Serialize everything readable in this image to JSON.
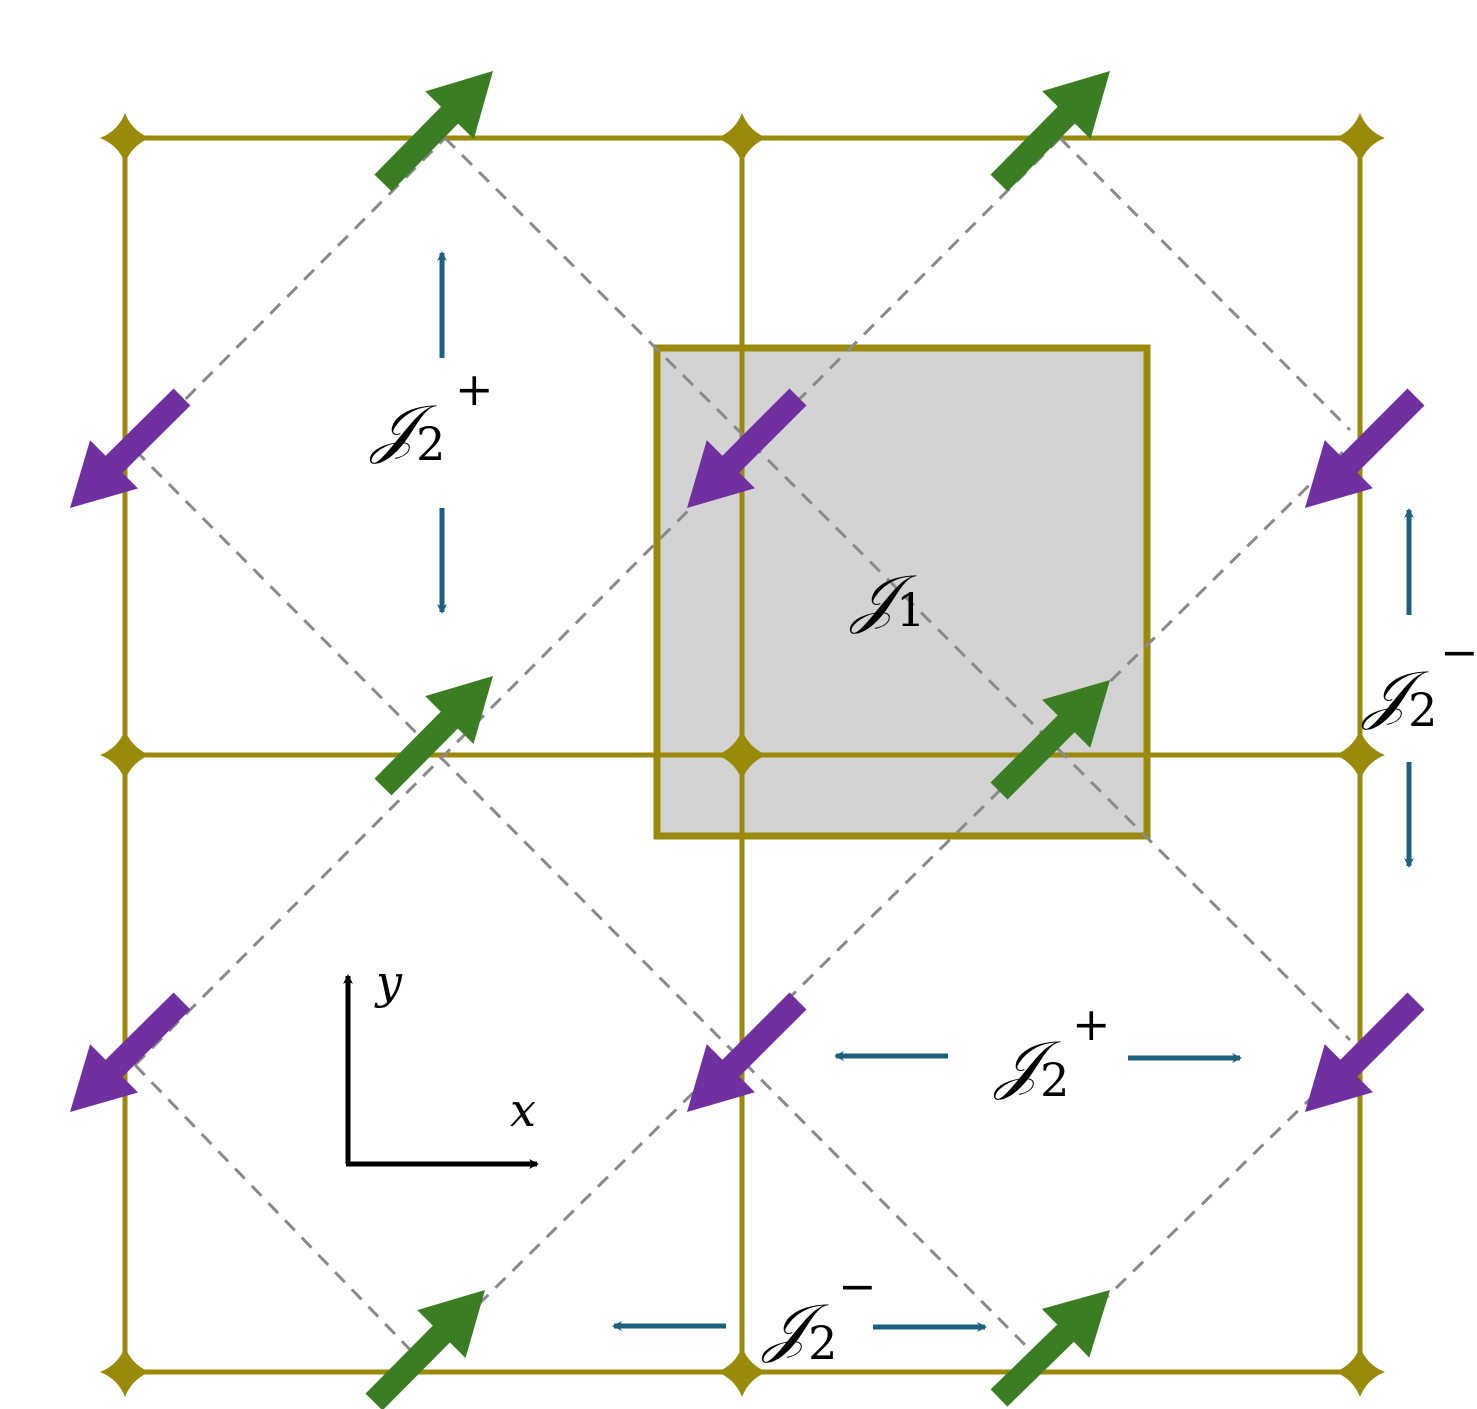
{
  "colors": {
    "lattice": "#9a8a0a",
    "spin_up_right": "#3a7d22",
    "spin_down_left": "#7030a0",
    "coupling_arrow": "#1e5f7d",
    "dashed_bond": "#8a8a8a",
    "unit_cell_fill": "#d3d3d3"
  },
  "labels": {
    "j1": {
      "symbol": "𝒥",
      "sub": "1"
    },
    "j2_plus_vertical": {
      "symbol": "𝒥",
      "sub": "2",
      "sup": "+"
    },
    "j2_plus_horizontal": {
      "symbol": "𝒥",
      "sub": "2",
      "sup": "+"
    },
    "j2_minus_vertical": {
      "symbol": "𝒥",
      "sub": "2",
      "sup": "−"
    },
    "j2_minus_horizontal": {
      "symbol": "𝒥",
      "sub": "2",
      "sup": "−"
    }
  },
  "axes": {
    "x_label": "x",
    "y_label": "y"
  },
  "spins": {
    "up_right_icon": "green-arrow-up-right-icon",
    "down_left_icon": "purple-arrow-down-left-icon"
  }
}
